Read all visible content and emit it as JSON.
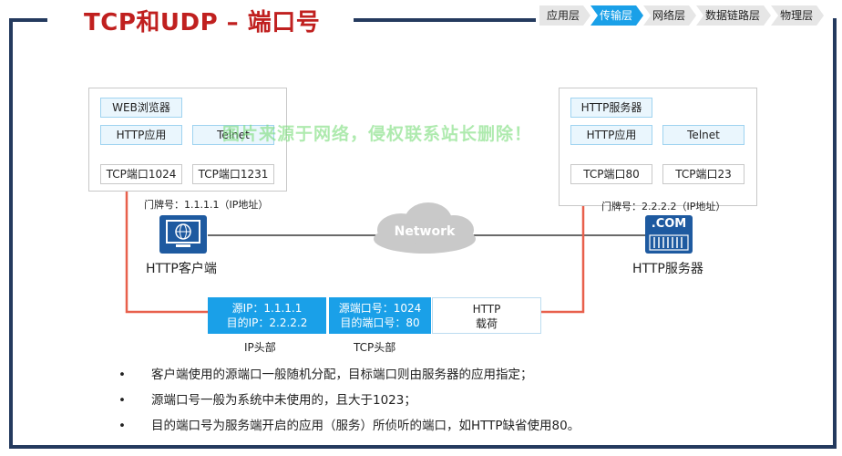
{
  "title": "TCP和UDP – 端口号",
  "tabs": [
    {
      "label": "应用层",
      "active": false
    },
    {
      "label": "传输层",
      "active": true
    },
    {
      "label": "网络层",
      "active": false
    },
    {
      "label": "数据链路层",
      "active": false
    },
    {
      "label": "物理层",
      "active": false
    }
  ],
  "client": {
    "app_title": "WEB浏览器",
    "apps": [
      {
        "app": "HTTP应用",
        "port": "TCP端口1024"
      },
      {
        "app": "Telnet",
        "port": "TCP端口1231"
      }
    ],
    "address": "门牌号：1.1.1.1（IP地址）",
    "device_label": "HTTP客户端"
  },
  "server": {
    "app_title": "HTTP服务器",
    "apps": [
      {
        "app": "HTTP应用",
        "port": "TCP端口80"
      },
      {
        "app": "Telnet",
        "port": "TCP端口23"
      }
    ],
    "address": "门牌号：2.2.2.2（IP地址）",
    "device_label": "HTTP服务器",
    "device_icon_text": ".COM"
  },
  "network_label": "Network",
  "packet": {
    "ip_header": [
      "源IP：1.1.1.1",
      "目的IP：2.2.2.2"
    ],
    "tcp_header": [
      "源端口号：1024",
      "目的端口号：80"
    ],
    "payload": [
      "HTTP",
      "载荷"
    ],
    "ip_caption": "IP头部",
    "tcp_caption": "TCP头部"
  },
  "bullets": [
    "客户端使用的源端口一般随机分配，目标端口则由服务器的应用指定；",
    "源端口号一般为系统中未使用的，且大于1023；",
    "目的端口号为服务端开启的应用（服务）所侦听的端口，如HTTP缺省使用80。"
  ],
  "bullet_marker": "•",
  "watermark": "图片来源于网络，侵权联系站长删除！",
  "colors": {
    "title_red": "#c0201f",
    "accent_blue": "#1aa0e8",
    "arrow_red": "#e8604c",
    "frame_navy": "#243a5e"
  },
  "icons": {
    "client": "monitor-globe-icon",
    "server": "server-dotcom-icon",
    "network": "cloud-icon"
  }
}
